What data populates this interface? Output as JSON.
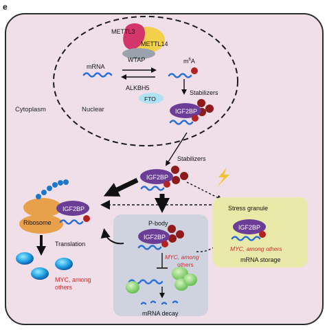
{
  "panel_label": "e",
  "labels": {
    "cytoplasm": "Cytoplasm",
    "nuclear": "Nuclear",
    "mettl3": "METTL3",
    "mettl14": "METTL14",
    "wtap": "WTAP",
    "mrna": "mRNA",
    "m6a_base": "m",
    "m6a_sup": "6",
    "m6a_suffix": "A",
    "alkbh5": "ALKBH5",
    "fto": "FTO",
    "stabilizers_nuclear": "Stabilizers",
    "stabilizers_cyto": "Stabilizers",
    "igf2bp_nuclear": "IGF2BP",
    "igf2bp_cyto": "IGF2BP",
    "igf2bp_ribosome": "IGF2BP",
    "igf2bp_pbody": "IGF2BP",
    "igf2bp_stress": "IGF2BP",
    "ribosome": "Ribosome",
    "translation": "Translation",
    "myc_among_line1": "MYC, among",
    "myc_among_line2": "others",
    "pbody": "P-body",
    "pbody_myc_line1": "MYC, among",
    "pbody_myc_line2": "others",
    "mrna_decay": "mRNA decay",
    "stress_granule": "Stress granule",
    "stress_myc": "MYC, among others",
    "mrna_storage": "mRNA storage"
  },
  "colors": {
    "cell_fill": "#f0dfe8",
    "pbody_fill": "#cfd3e0",
    "stress_fill": "#eaeaa8",
    "igf2bp": "#6c3d96",
    "m6a_dot": "#b22222",
    "mrna": "#2a6fd6",
    "ribosome": "#e8a04a",
    "red_text": "#d42a2a",
    "lightning": "#f2c230"
  }
}
